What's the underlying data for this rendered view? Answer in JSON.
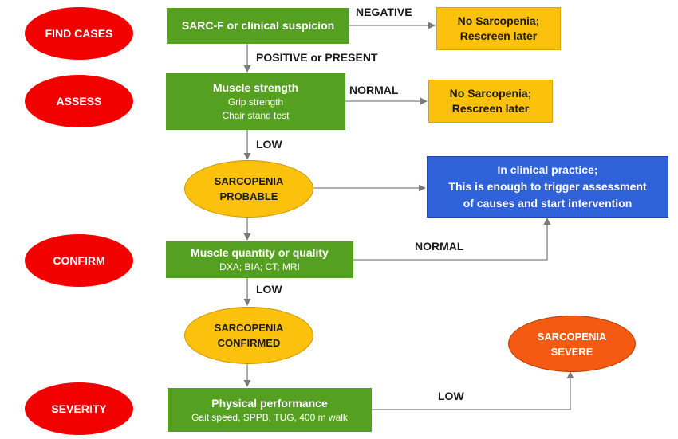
{
  "stages": {
    "find_cases": "FIND CASES",
    "assess": "ASSESS",
    "confirm": "CONFIRM",
    "severity": "SEVERITY"
  },
  "steps": {
    "sarcf": {
      "title": "SARC-F or clinical suspicion"
    },
    "muscle_strength": {
      "title": "Muscle strength",
      "line1": "Grip strength",
      "line2": "Chair stand test"
    },
    "muscle_quantity": {
      "title": "Muscle quantity or quality",
      "line1": "DXA; BIA; CT; MRI"
    },
    "physical_performance": {
      "title": "Physical performance",
      "line1": "Gait speed, SPPB, TUG, 400 m walk"
    }
  },
  "outcomes": {
    "no_sarcopenia_1": {
      "line1": "No Sarcopenia;",
      "line2": "Rescreen later"
    },
    "no_sarcopenia_2": {
      "line1": "No Sarcopenia;",
      "line2": "Rescreen later"
    },
    "probable": {
      "line1": "SARCOPENIA",
      "line2": "PROBABLE"
    },
    "confirmed": {
      "line1": "SARCOPENIA",
      "line2": "CONFIRMED"
    },
    "severe": {
      "line1": "SARCOPENIA",
      "line2": "SEVERE"
    },
    "clinical_practice": {
      "line1": "In clinical practice;",
      "line2": "This is enough to trigger assessment",
      "line3": "of causes and start intervention"
    }
  },
  "edges": {
    "negative": "NEGATIVE",
    "positive_or_present": "POSITIVE or PRESENT",
    "normal_1": "NORMAL",
    "low_1": "LOW",
    "normal_2": "NORMAL",
    "low_2": "LOW",
    "low_3": "LOW"
  },
  "colors": {
    "stage_red": "#f20000",
    "step_green": "#56a021",
    "outcome_yellow": "#fcc10c",
    "clinical_blue": "#2f62d8",
    "severe_orange": "#f55a12",
    "connector_gray": "#808080"
  }
}
